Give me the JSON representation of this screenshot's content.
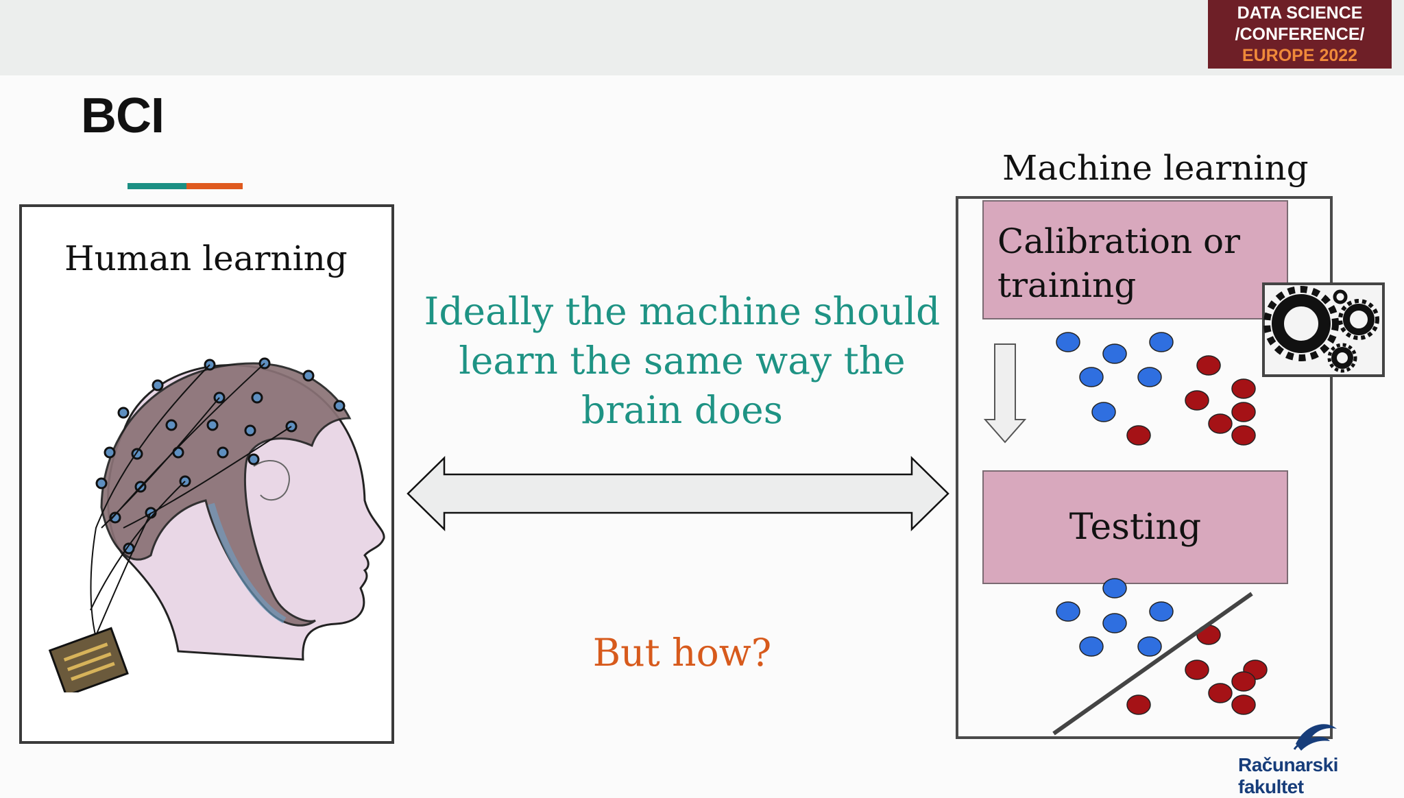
{
  "slide": {
    "title": "BCI",
    "conference_badge": {
      "line1": "DATA SCIENCE",
      "line2": "/CONFERENCE/",
      "line3": "EUROPE 2022"
    },
    "human_learning": {
      "title": "Human learning"
    },
    "center": {
      "statement": "Ideally the machine should learn the same way the brain does",
      "question": "But how?"
    },
    "machine_learning": {
      "title": "Machine learning",
      "calibration_label": "Calibration or training",
      "testing_label": "Testing"
    },
    "footer_logo": {
      "text": "Računarski fakultet"
    }
  },
  "colors": {
    "teal": "#1e9384",
    "orange": "#d75a1c",
    "pink_box": "#d8a8bd",
    "blue_dot": "#2f6fe0",
    "red_dot": "#a51216",
    "badge_bg": "#6e1f27"
  },
  "icons": [
    "gears-icon",
    "down-arrow-icon",
    "double-arrow-icon",
    "eeg-head-illustration",
    "faculty-logo-icon"
  ]
}
